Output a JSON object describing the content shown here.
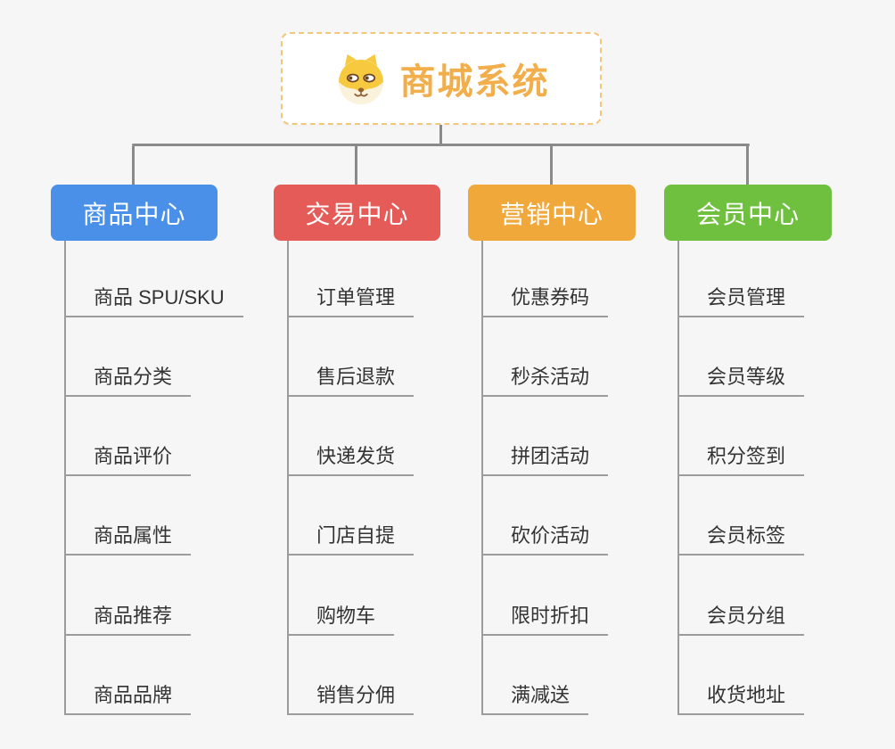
{
  "root": {
    "title": "商城系统",
    "icon": "shiba-dog-icon",
    "title_color": "#F2AE4A",
    "border_color": "#F3C67C"
  },
  "connector_color": "#8A8A8A",
  "background_color": "#F6F6F6",
  "branches": [
    {
      "label": "商品中心",
      "color": "#4A90E8",
      "items": [
        "商品 SPU/SKU",
        "商品分类",
        "商品评价",
        "商品属性",
        "商品推荐",
        "商品品牌"
      ]
    },
    {
      "label": "交易中心",
      "color": "#E45B57",
      "items": [
        "订单管理",
        "售后退款",
        "快递发货",
        "门店自提",
        "购物车",
        "销售分佣"
      ]
    },
    {
      "label": "营销中心",
      "color": "#F0A83B",
      "items": [
        "优惠券码",
        "秒杀活动",
        "拼团活动",
        "砍价活动",
        "限时折扣",
        "满减送"
      ]
    },
    {
      "label": "会员中心",
      "color": "#70C040",
      "items": [
        "会员管理",
        "会员等级",
        "积分签到",
        "会员标签",
        "会员分组",
        "收货地址"
      ]
    }
  ]
}
